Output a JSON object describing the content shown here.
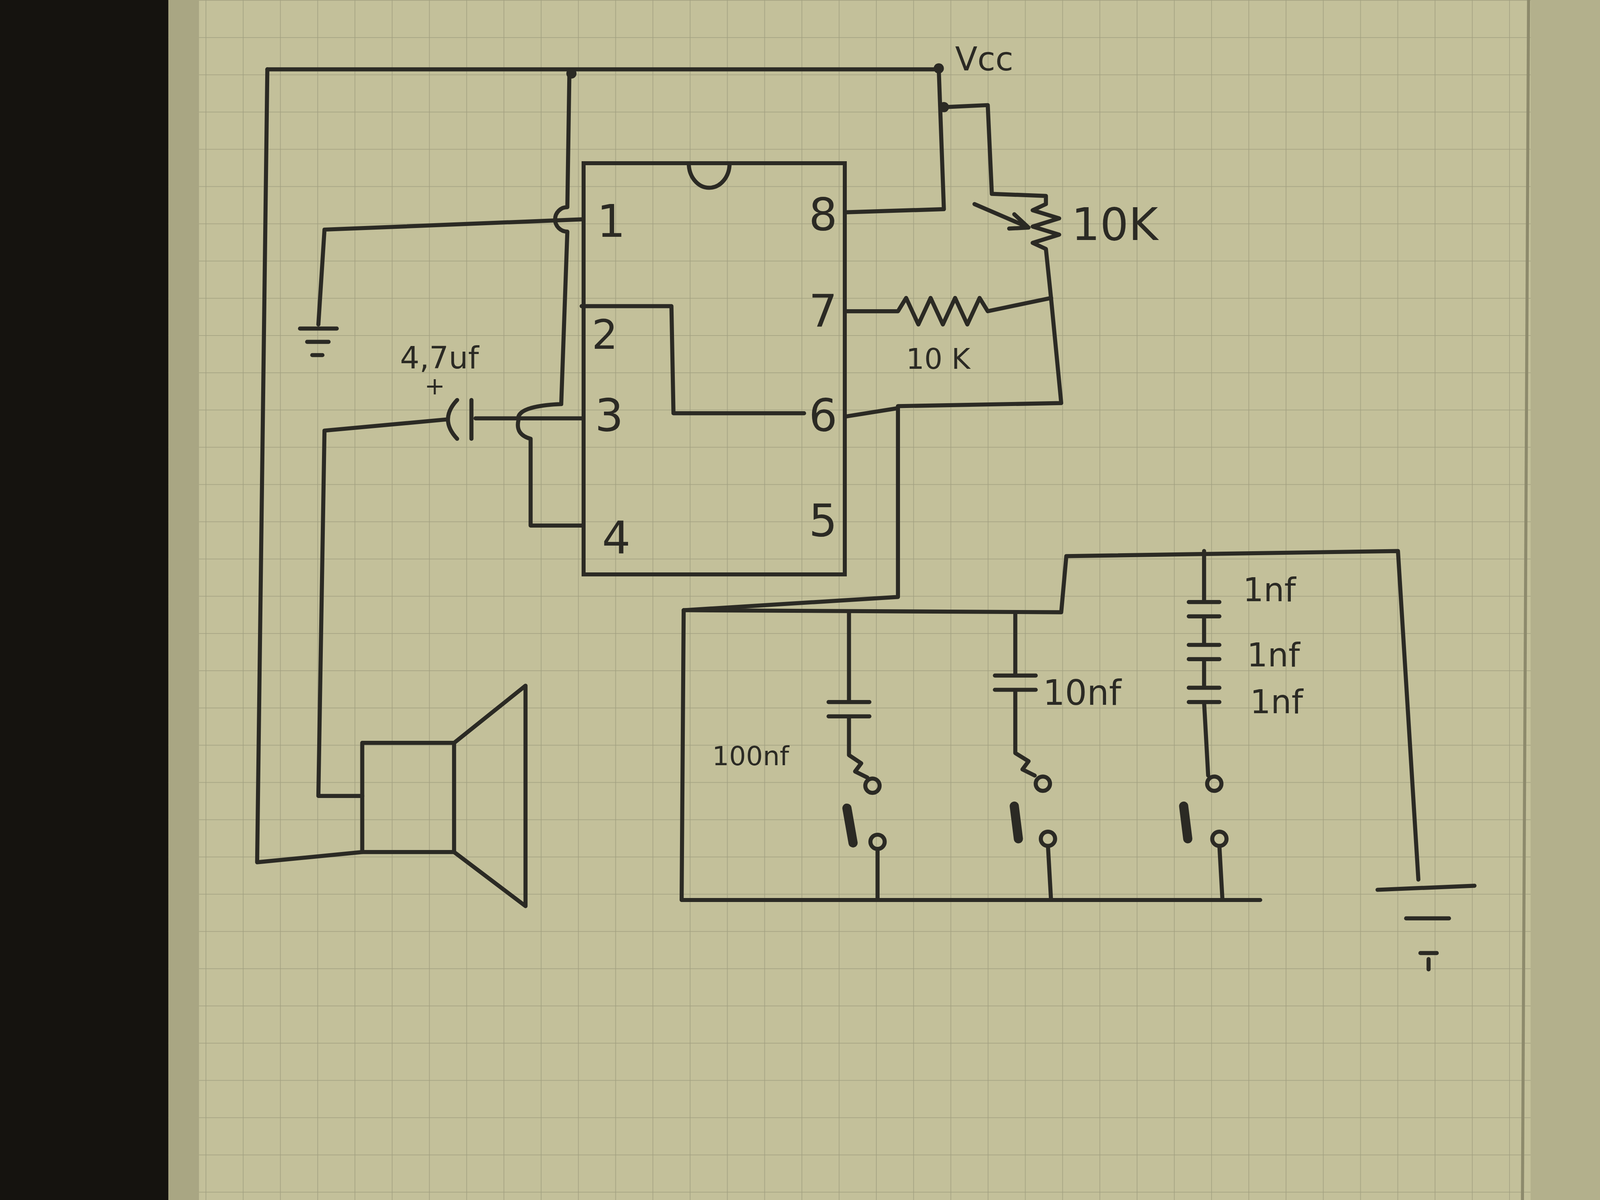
{
  "diagram": {
    "nodes": [
      {
        "text": [
          "1",
          "8",
          "2",
          "7",
          "3",
          "6",
          "4",
          "5"
        ]
      }
    ],
    "labels": [
      "Vcc",
      "10K",
      "10 K",
      "4,7uf",
      "+",
      "100nf",
      "10nf",
      "1nf",
      "1nf",
      "1nf"
    ]
  }
}
